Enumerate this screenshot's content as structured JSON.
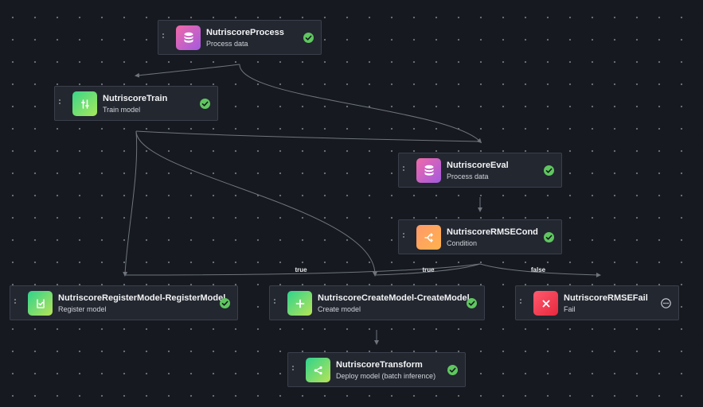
{
  "colors": {
    "canvas_background": "#16191f",
    "grid_dot": "#6b7079",
    "node_background": "#232730",
    "node_border": "#3a3f4a",
    "edge": "#6f747c",
    "success": "#5fc75f",
    "fail": "#e8283d"
  },
  "nodes": [
    {
      "id": "process",
      "title": "NutriscoreProcess",
      "subtitle": "Process data",
      "icon": "database-icon",
      "status": "succeeded"
    },
    {
      "id": "train",
      "title": "NutriscoreTrain",
      "subtitle": "Train model",
      "icon": "training-icon",
      "status": "succeeded"
    },
    {
      "id": "eval",
      "title": "NutriscoreEval",
      "subtitle": "Process data",
      "icon": "database-icon",
      "status": "succeeded"
    },
    {
      "id": "cond",
      "title": "NutriscoreRMSECond",
      "subtitle": "Condition",
      "icon": "condition-icon",
      "status": "succeeded"
    },
    {
      "id": "register",
      "title": "NutriscoreRegisterModel-RegisterModel",
      "subtitle": "Register model",
      "icon": "register-icon",
      "status": "succeeded"
    },
    {
      "id": "create",
      "title": "NutriscoreCreateModel-CreateModel",
      "subtitle": "Create model",
      "icon": "plus-icon",
      "status": "succeeded"
    },
    {
      "id": "fail",
      "title": "NutriscoreRMSEFail",
      "subtitle": "Fail",
      "icon": "x-icon",
      "status": "not-started"
    },
    {
      "id": "transform",
      "title": "NutriscoreTransform",
      "subtitle": "Deploy model (batch inference)",
      "icon": "deploy-icon",
      "status": "succeeded"
    }
  ],
  "edges": [
    {
      "from": "process",
      "to": "train",
      "label": ""
    },
    {
      "from": "process",
      "to": "eval",
      "label": ""
    },
    {
      "from": "train",
      "to": "eval",
      "label": ""
    },
    {
      "from": "train",
      "to": "register",
      "label": ""
    },
    {
      "from": "train",
      "to": "create",
      "label": ""
    },
    {
      "from": "eval",
      "to": "cond",
      "label": ""
    },
    {
      "from": "cond",
      "to": "register",
      "label": "true"
    },
    {
      "from": "cond",
      "to": "create",
      "label": "true"
    },
    {
      "from": "cond",
      "to": "fail",
      "label": "false"
    },
    {
      "from": "create",
      "to": "transform",
      "label": ""
    }
  ]
}
